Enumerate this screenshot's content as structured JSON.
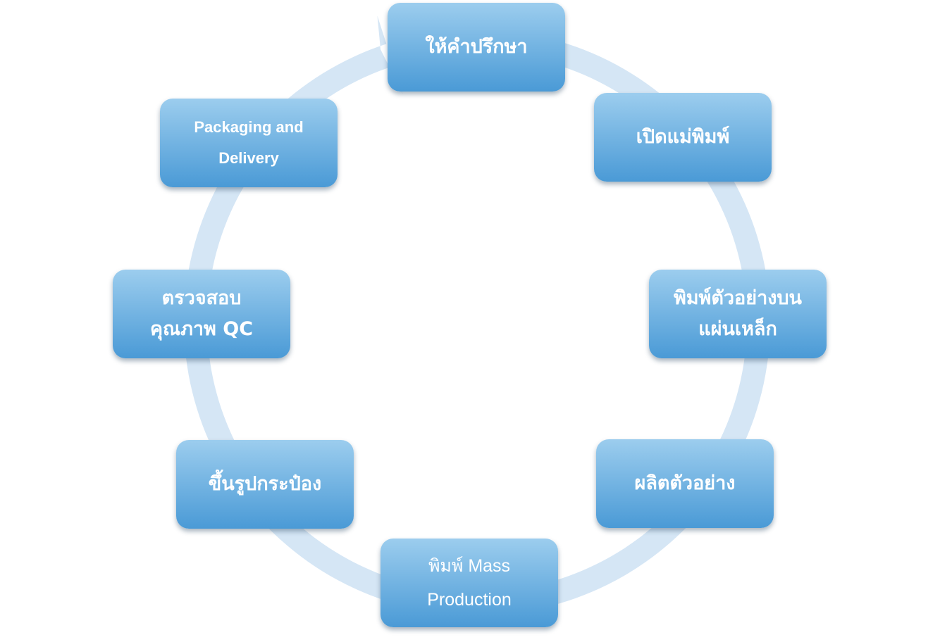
{
  "diagram": {
    "steps": [
      {
        "lines": [
          "ให้คำปรึกษา"
        ]
      },
      {
        "lines": [
          "เปิดแม่พิมพ์"
        ]
      },
      {
        "lines": [
          "พิมพ์ตัวอย่างบน",
          "แผ่นเหล็ก"
        ]
      },
      {
        "lines": [
          "ผลิตตัวอย่าง"
        ]
      },
      {
        "lines": [
          "พิมพ์ Mass",
          "Production"
        ]
      },
      {
        "lines": [
          "ขึ้นรูปกระป๋อง"
        ]
      },
      {
        "lines": [
          "ตรวจสอบ",
          "คุณภาพ QC"
        ]
      },
      {
        "lines": [
          "Packaging and",
          "Delivery"
        ]
      }
    ],
    "colors": {
      "box_top": "#9ccdee",
      "box_bottom": "#4a9ad6",
      "text": "#ffffff",
      "ring": "#d5e6f5"
    }
  }
}
